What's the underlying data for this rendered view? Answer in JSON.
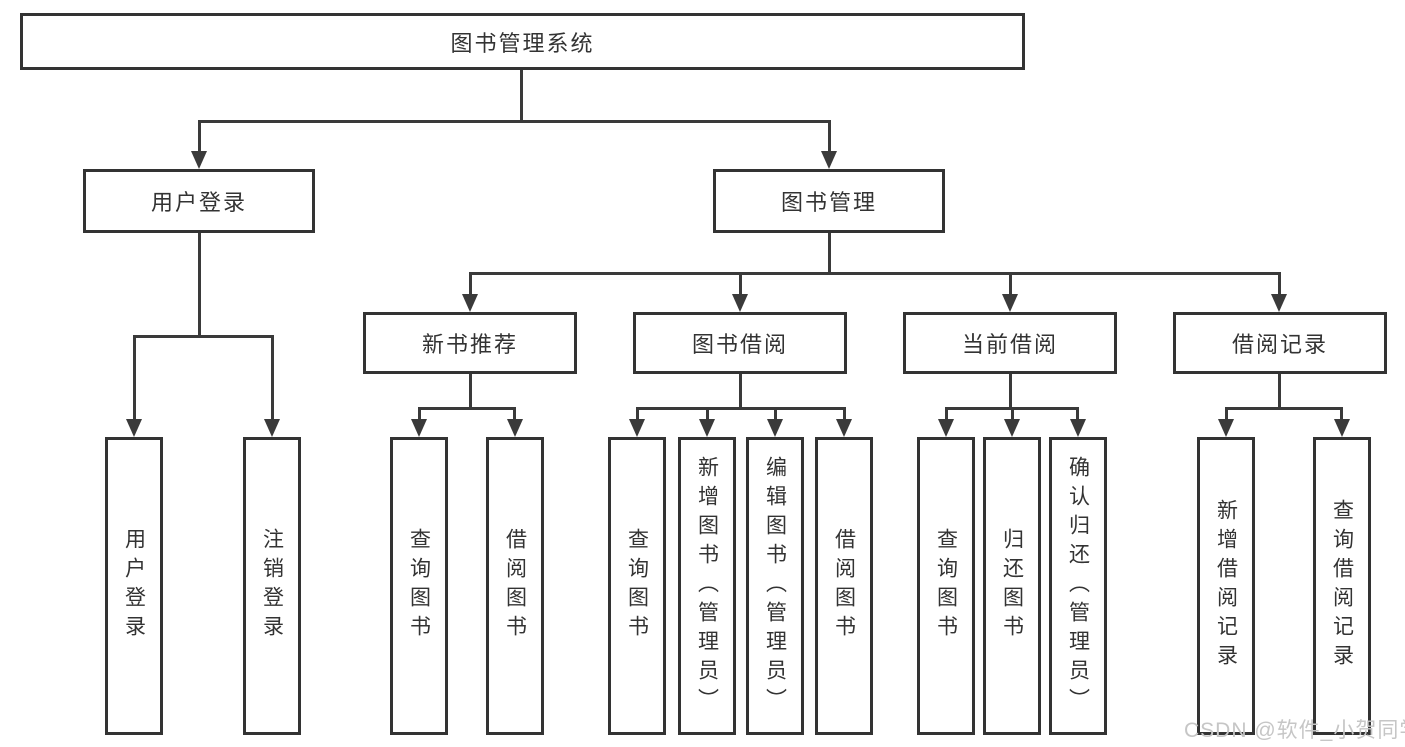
{
  "diagram": {
    "colors": {
      "background": "#ffffff",
      "line": "#3a3a3a",
      "box_border": "#333333",
      "text": "#333333",
      "watermark": "#c6c6c6"
    },
    "nodes": {
      "root": "图书管理系统",
      "level2": [
        "用户登录",
        "图书管理"
      ],
      "level3": [
        "新书推荐",
        "图书借阅",
        "当前借阅",
        "借阅记录"
      ],
      "leaves_user_login": [
        "用户登录",
        "注销登录"
      ],
      "leaves_new_book": [
        "查询图书",
        "借阅图书"
      ],
      "leaves_book_borrow": [
        "查询图书",
        "新增图书（管理员）",
        "编辑图书（管理员）",
        "借阅图书"
      ],
      "leaves_current_borrow": [
        "查询图书",
        "归还图书",
        "确认归还（管理员）"
      ],
      "leaves_borrow_records": [
        "新增借阅记录",
        "查询借阅记录"
      ]
    },
    "watermark": "CSDN @软件_小贺同学"
  }
}
